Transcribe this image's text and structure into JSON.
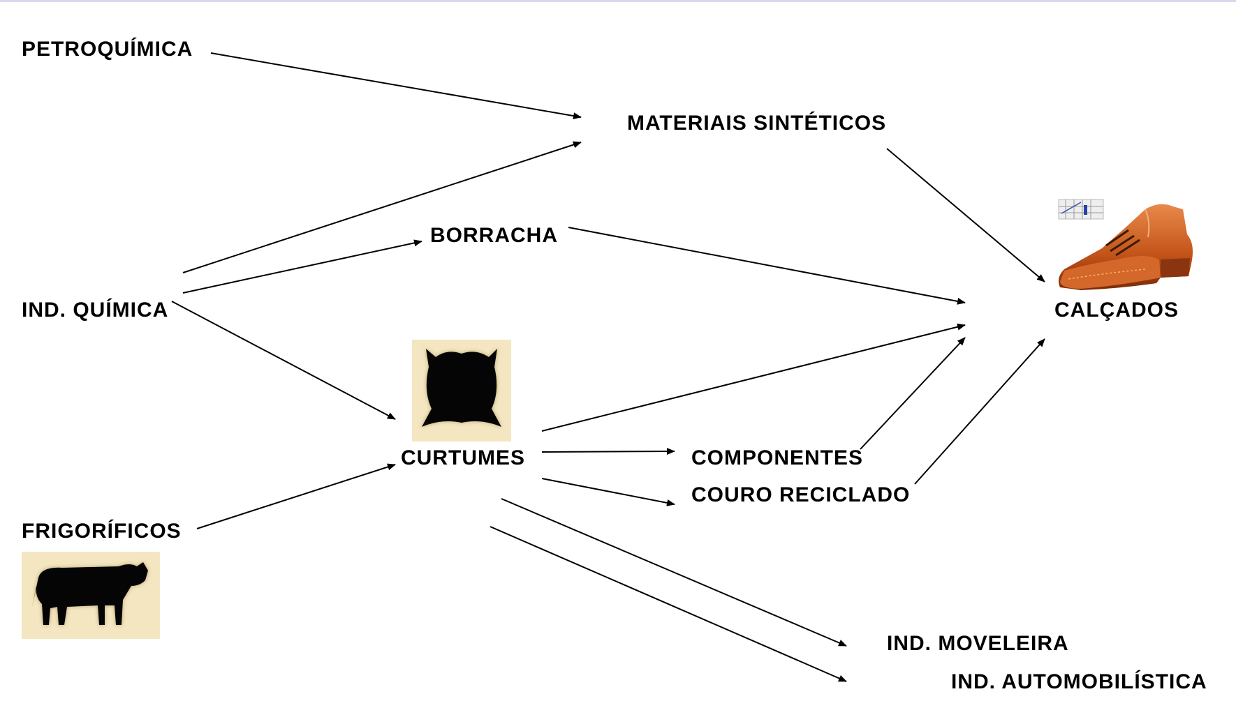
{
  "nodes": {
    "petroquimica": "PETROQUÍMICA",
    "materiais_sinteticos": "MATERIAIS SINTÉTICOS",
    "borracha": "BORRACHA",
    "ind_quimica": "IND. QUÍMICA",
    "calcados": "CALÇADOS",
    "curtumes": "CURTUMES",
    "componentes": "COMPONENTES",
    "couro_reciclado": "COURO RECICLADO",
    "frigorificos": "FRIGORÍFICOS",
    "ind_moveleira": "IND. MOVELEIRA",
    "ind_automobilistica": "IND. AUTOMOBILÍSTICA"
  },
  "edges": [
    {
      "from": "PETROQUÍMICA",
      "to": "MATERIAIS SINTÉTICOS"
    },
    {
      "from": "IND. QUÍMICA",
      "to": "MATERIAIS SINTÉTICOS"
    },
    {
      "from": "IND. QUÍMICA",
      "to": "BORRACHA"
    },
    {
      "from": "IND. QUÍMICA",
      "to": "CURTUMES"
    },
    {
      "from": "MATERIAIS SINTÉTICOS",
      "to": "CALÇADOS"
    },
    {
      "from": "BORRACHA",
      "to": "CALÇADOS"
    },
    {
      "from": "CURTUMES",
      "to": "CALÇADOS"
    },
    {
      "from": "CURTUMES",
      "to": "COMPONENTES"
    },
    {
      "from": "CURTUMES",
      "to": "COURO RECICLADO"
    },
    {
      "from": "COMPONENTES",
      "to": "CALÇADOS"
    },
    {
      "from": "COURO RECICLADO",
      "to": "CALÇADOS"
    },
    {
      "from": "FRIGORÍFICOS",
      "to": "CURTUMES"
    },
    {
      "from": "CURTUMES",
      "to": "IND. MOVELEIRA"
    },
    {
      "from": "CURTUMES",
      "to": "IND. AUTOMOBILÍSTICA"
    }
  ],
  "icons": {
    "hide": "hide-icon",
    "cow": "cow-icon",
    "shoe": "shoe-icon",
    "small_chart": "small-chart-icon"
  },
  "colors": {
    "background": "#ffffff",
    "text": "#000000",
    "icon_bg": "#f3e6c0",
    "shoe": "#c65a1e"
  }
}
